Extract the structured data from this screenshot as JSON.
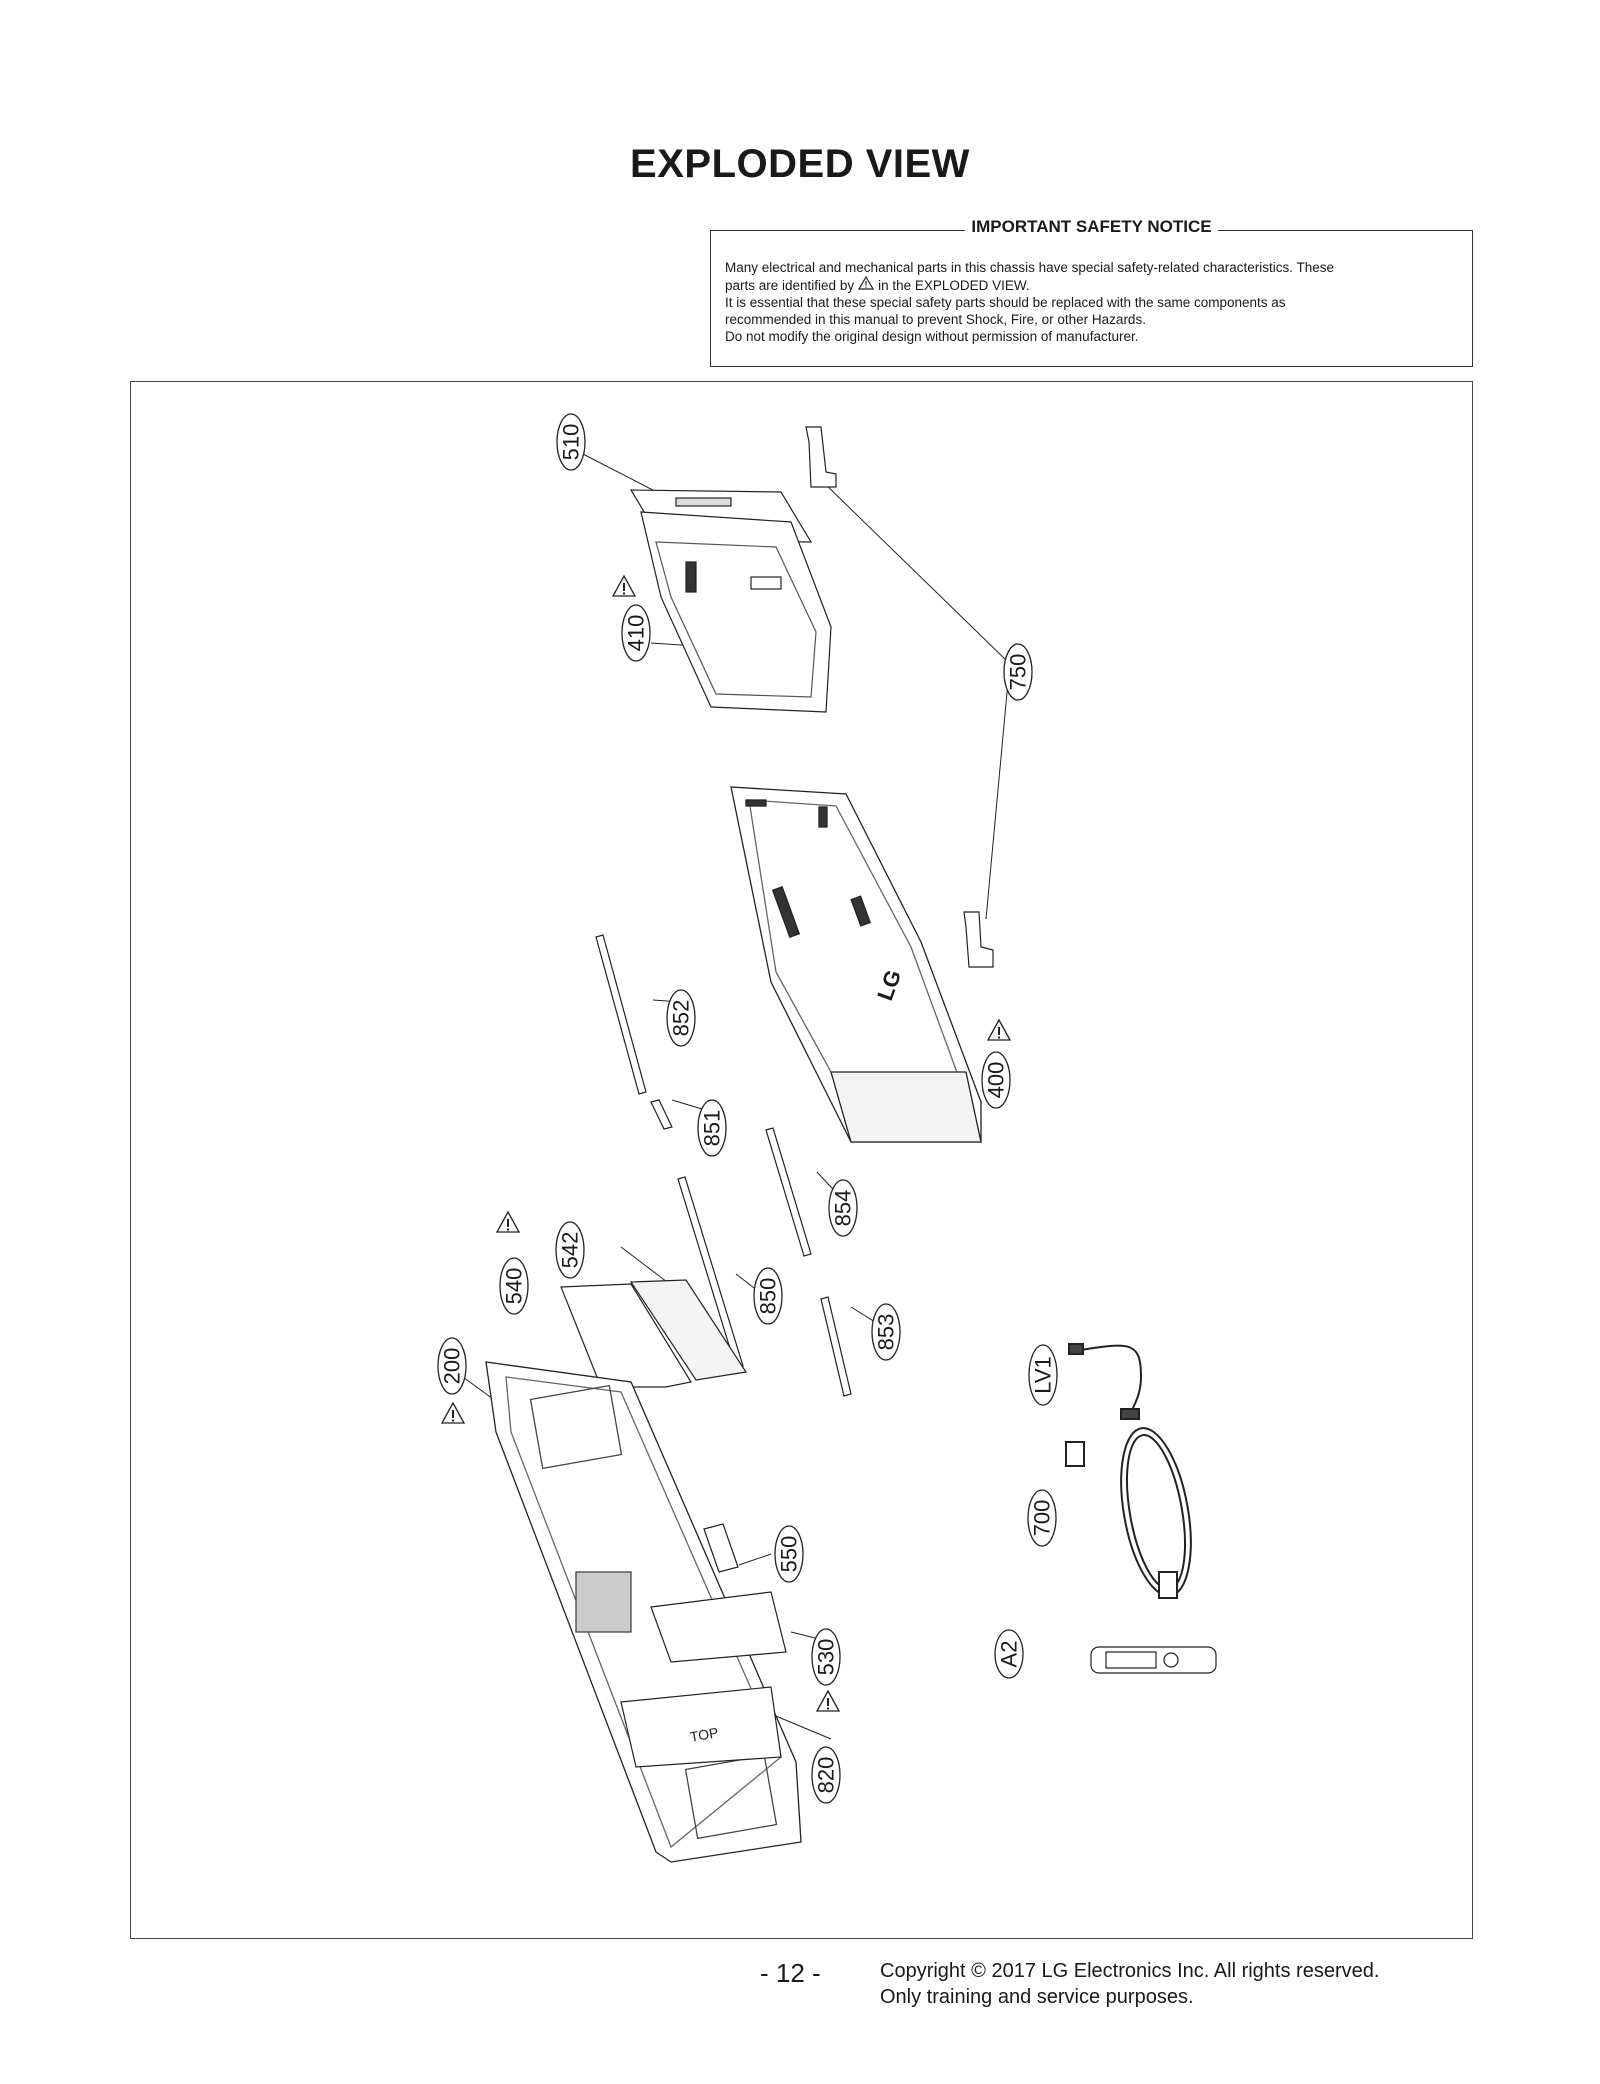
{
  "page": {
    "title": "EXPLODED VIEW",
    "page_number": "- 12 -",
    "copyright_line1": "Copyright © 2017 LG Electronics Inc. All rights reserved.",
    "copyright_line2": "Only training and service purposes."
  },
  "notice": {
    "title": "IMPORTANT SAFETY NOTICE",
    "line1": "Many electrical and mechanical parts in this chassis have special safety-related characteristics. These",
    "line2a": "parts are identified by",
    "line2b": "in the EXPLODED VIEW.",
    "line3": "It is essential that these special safety parts should be replaced with the same components as",
    "line4": "recommended in this manual to prevent Shock, Fire, or other Hazards.",
    "line5": "Do not modify the original design without permission of manufacturer."
  },
  "parts": {
    "p510": "510",
    "p410": "410",
    "p750": "750",
    "p852": "852",
    "p400": "400",
    "p851": "851",
    "p854": "854",
    "p542": "542",
    "p540": "540",
    "p850": "850",
    "p200": "200",
    "p853": "853",
    "pLV1": "LV1",
    "p550": "550",
    "p700": "700",
    "p530": "530",
    "pA2": "A2",
    "p820": "820",
    "back_cover_logo": "LG",
    "top_marking": "TOP"
  },
  "icons": {
    "safety_mark": "warning-triangle-icon"
  }
}
